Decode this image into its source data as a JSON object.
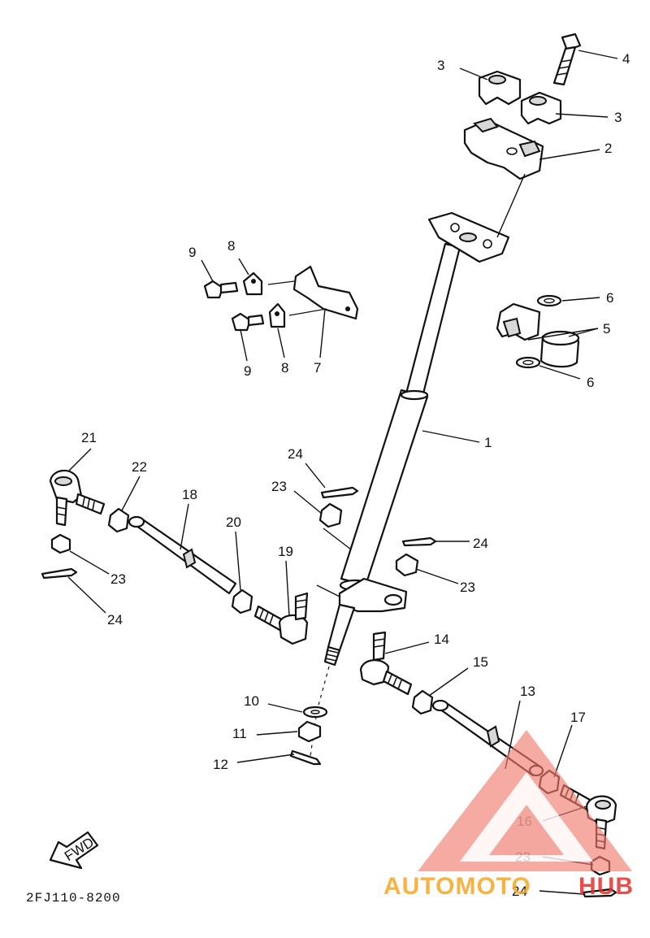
{
  "diagram_code": "2FJ110-8200",
  "fwd_label": "FWD",
  "watermark": {
    "text_a": "AUTOMOTO",
    "text_b": "HUB",
    "color_a": "#f5a623",
    "color_b": "#e2312b"
  },
  "callouts": [
    {
      "id": "c1",
      "label": "1"
    },
    {
      "id": "c2",
      "label": "2"
    },
    {
      "id": "c3a",
      "label": "3"
    },
    {
      "id": "c3b",
      "label": "3"
    },
    {
      "id": "c4",
      "label": "4"
    },
    {
      "id": "c5",
      "label": "5"
    },
    {
      "id": "c6a",
      "label": "6"
    },
    {
      "id": "c6b",
      "label": "6"
    },
    {
      "id": "c7",
      "label": "7"
    },
    {
      "id": "c8a",
      "label": "8"
    },
    {
      "id": "c8b",
      "label": "8"
    },
    {
      "id": "c9a",
      "label": "9"
    },
    {
      "id": "c9b",
      "label": "9"
    },
    {
      "id": "c10",
      "label": "10"
    },
    {
      "id": "c11",
      "label": "11"
    },
    {
      "id": "c12",
      "label": "12"
    },
    {
      "id": "c13",
      "label": "13"
    },
    {
      "id": "c14",
      "label": "14"
    },
    {
      "id": "c15",
      "label": "15"
    },
    {
      "id": "c16",
      "label": "16"
    },
    {
      "id": "c17",
      "label": "17"
    },
    {
      "id": "c18",
      "label": "18"
    },
    {
      "id": "c19",
      "label": "19"
    },
    {
      "id": "c20",
      "label": "20"
    },
    {
      "id": "c21",
      "label": "21"
    },
    {
      "id": "c22",
      "label": "22"
    },
    {
      "id": "c23a",
      "label": "23"
    },
    {
      "id": "c23b",
      "label": "23"
    },
    {
      "id": "c23c",
      "label": "23"
    },
    {
      "id": "c23d",
      "label": "23"
    },
    {
      "id": "c24a",
      "label": "24"
    },
    {
      "id": "c24b",
      "label": "24"
    },
    {
      "id": "c24c",
      "label": "24"
    },
    {
      "id": "c24d",
      "label": "24"
    }
  ]
}
